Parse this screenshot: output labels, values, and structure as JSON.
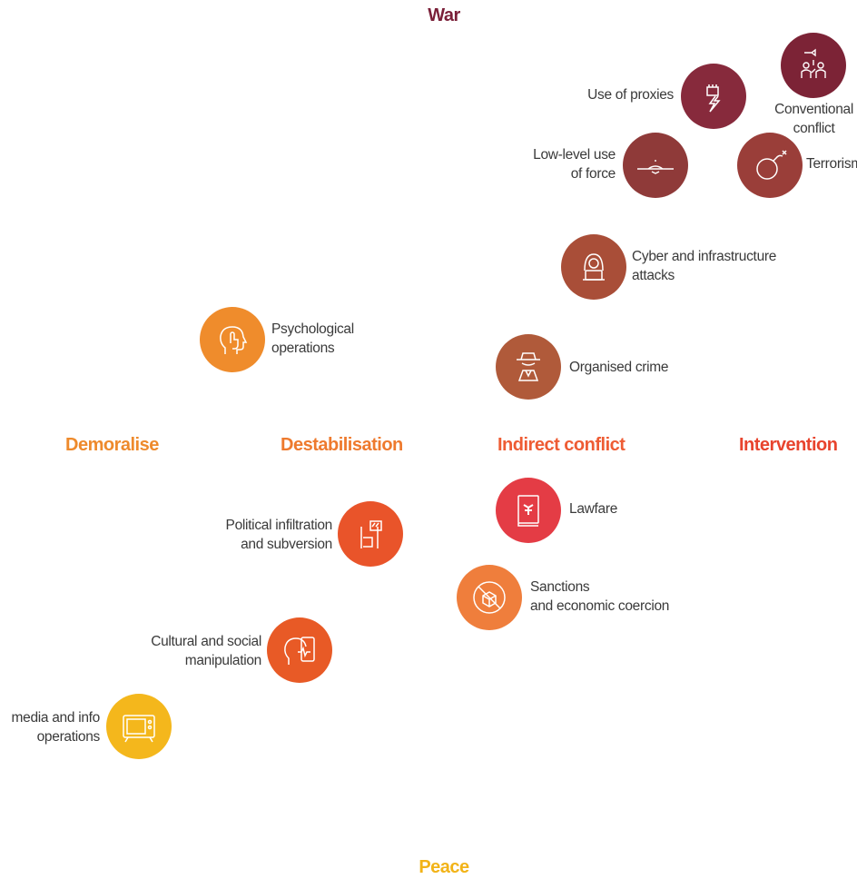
{
  "axis": {
    "top": "War",
    "bottom": "Peace"
  },
  "scale": {
    "demoralise": "Demoralise",
    "destabilisation": "Destabilisation",
    "indirect_conflict": "Indirect conflict",
    "intervention": "Intervention"
  },
  "nodes": {
    "conventional_conflict": {
      "line1": "Conventional",
      "line2": "conflict",
      "color": "#7c2336",
      "icon": "soldiers-icon"
    },
    "use_of_proxies": {
      "line1": "Use of proxies",
      "color": "#872a3c",
      "icon": "fist-lightning-icon"
    },
    "low_level_force": {
      "line1": "Low-level use",
      "line2": "of force",
      "color": "#8f3a39",
      "icon": "drone-icon"
    },
    "terrorism": {
      "line1": "Terrorism",
      "color": "#9a3e39",
      "icon": "bomb-icon"
    },
    "cyber": {
      "line1": "Cyber and infrastructure",
      "line2": "attacks",
      "color": "#a94e38",
      "icon": "hacker-icon"
    },
    "organised_crime": {
      "line1": "Organised crime",
      "color": "#b05a3a",
      "icon": "spy-icon"
    },
    "psychological": {
      "line1": "Psychological",
      "line2": "operations",
      "color": "#ef8c2c",
      "icon": "head-hand-icon"
    },
    "lawfare": {
      "line1": "Lawfare",
      "color": "#e43c45",
      "icon": "law-book-icon"
    },
    "sanctions": {
      "line1": "Sanctions",
      "line2": "and economic coercion",
      "color": "#ef7e3c",
      "icon": "no-box-icon"
    },
    "political_infiltration": {
      "line1": "Political infiltration",
      "line2": "and subversion",
      "color": "#e9542a",
      "icon": "protest-icon"
    },
    "cultural_manipulation": {
      "line1": "Cultural and social",
      "line2": "manipulation",
      "color": "#e85a26",
      "icon": "head-phone-icon"
    },
    "media_info": {
      "line1": "media and info",
      "line2": "operations",
      "color": "#f4b71c",
      "icon": "tv-icon"
    }
  },
  "colors": {
    "war": "#7a1f38",
    "peace": "#f2b318",
    "axis_left": "#f0922a",
    "axis_right": "#e8402e"
  }
}
